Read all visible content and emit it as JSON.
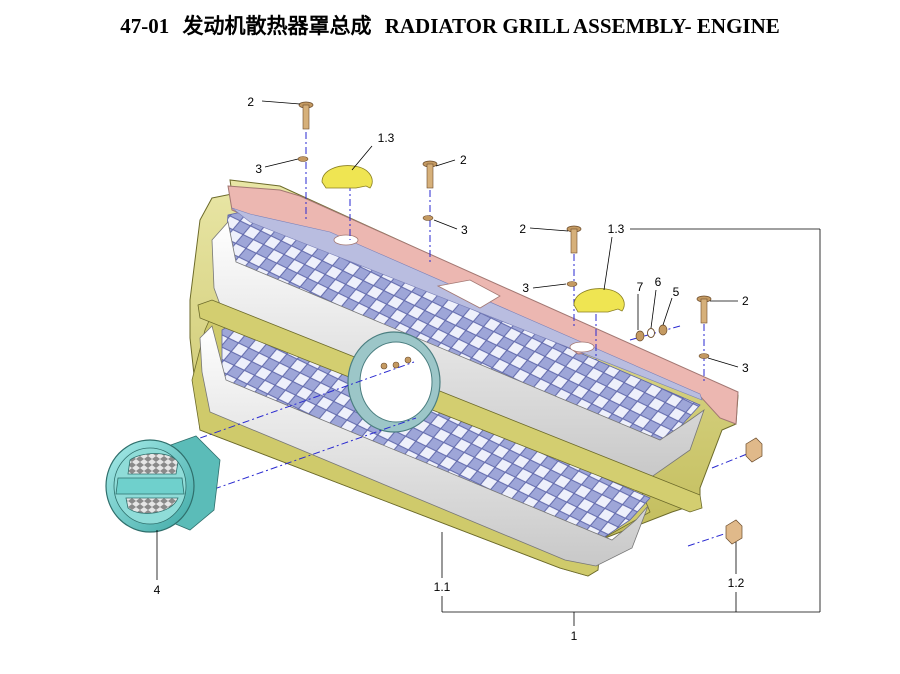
{
  "title": {
    "code": "47-01",
    "name_cn": "发动机散热器罩总成",
    "name_en": "RADIATOR GRILL ASSEMBLY- ENGINE"
  },
  "callouts": [
    "1",
    "1.1",
    "1.2",
    "1.3",
    "1.3",
    "2",
    "2",
    "2",
    "2",
    "3",
    "3",
    "3",
    "3",
    "4",
    "5",
    "6",
    "7"
  ],
  "colors": {
    "frame": "#d6d27a",
    "top_bar": "#ecb7b1",
    "mesh": "#9ea6d8",
    "insert": "#dcdcdc",
    "emblem": "#66cbc7",
    "cap": "#efe552",
    "screw": "#c49a62",
    "axis_line": "#2a2ad0"
  }
}
